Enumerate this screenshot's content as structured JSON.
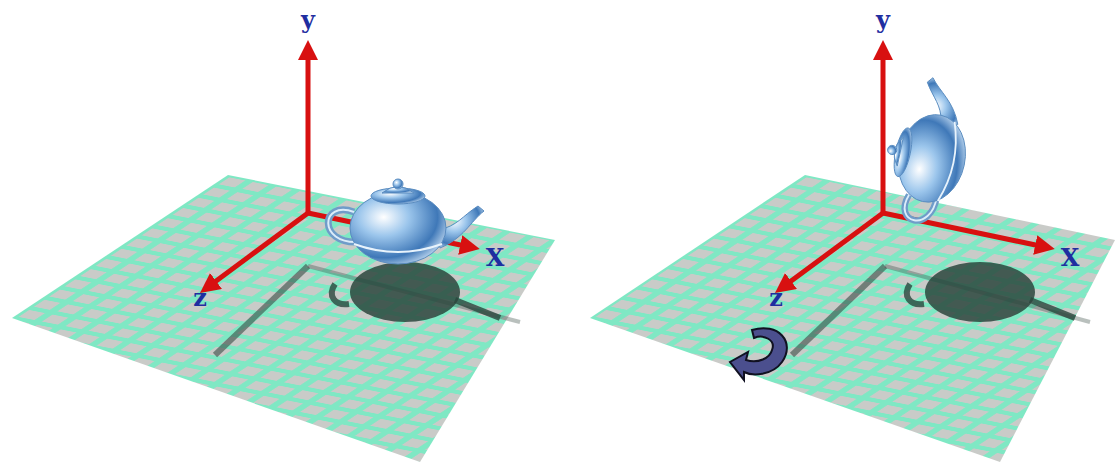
{
  "diagram": {
    "labels": [
      "y",
      "X",
      "z",
      "y",
      "X",
      "z"
    ]
  }
}
